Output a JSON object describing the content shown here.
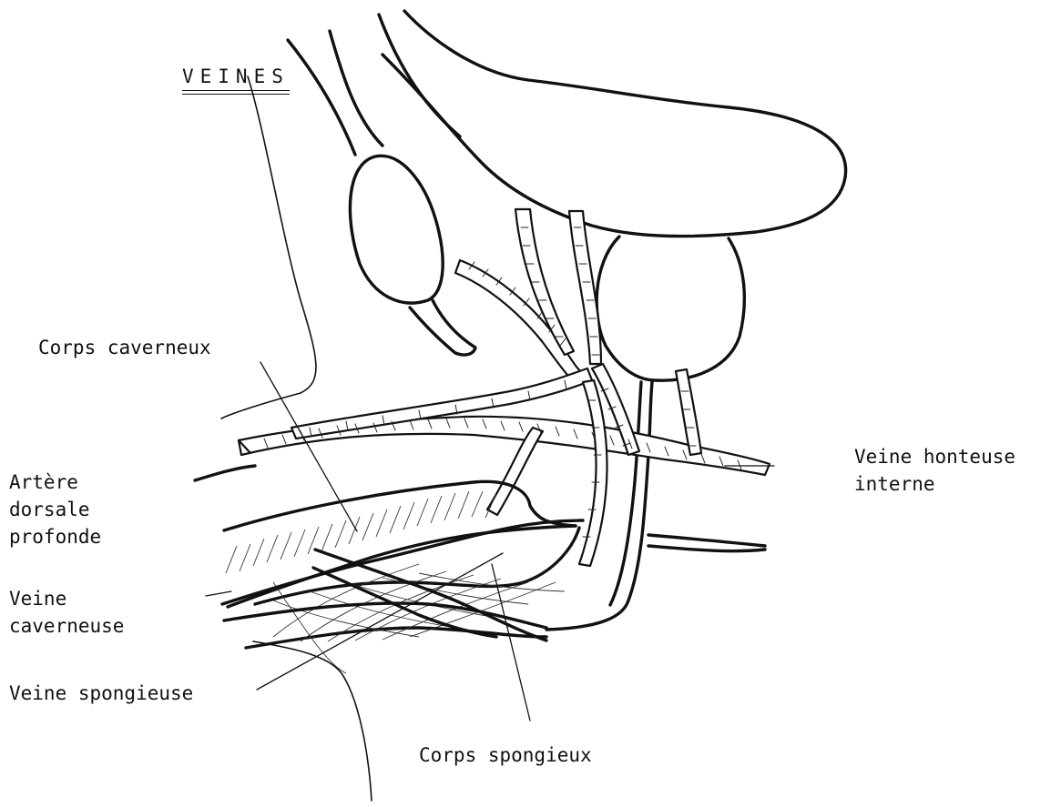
{
  "title": "VEINES",
  "labels": {
    "corps_caverneux": "Corps caverneux",
    "artere_dorsale_profonde": [
      "Artère",
      "dorsale",
      "profonde"
    ],
    "veine_caverneuse": [
      "Veine",
      "caverneuse"
    ],
    "veine_spongieuse": "Veine spongieuse",
    "corps_spongieux": "Corps spongieux",
    "veine_honteuse_interne": [
      "Veine honteuse",
      "interne"
    ]
  }
}
